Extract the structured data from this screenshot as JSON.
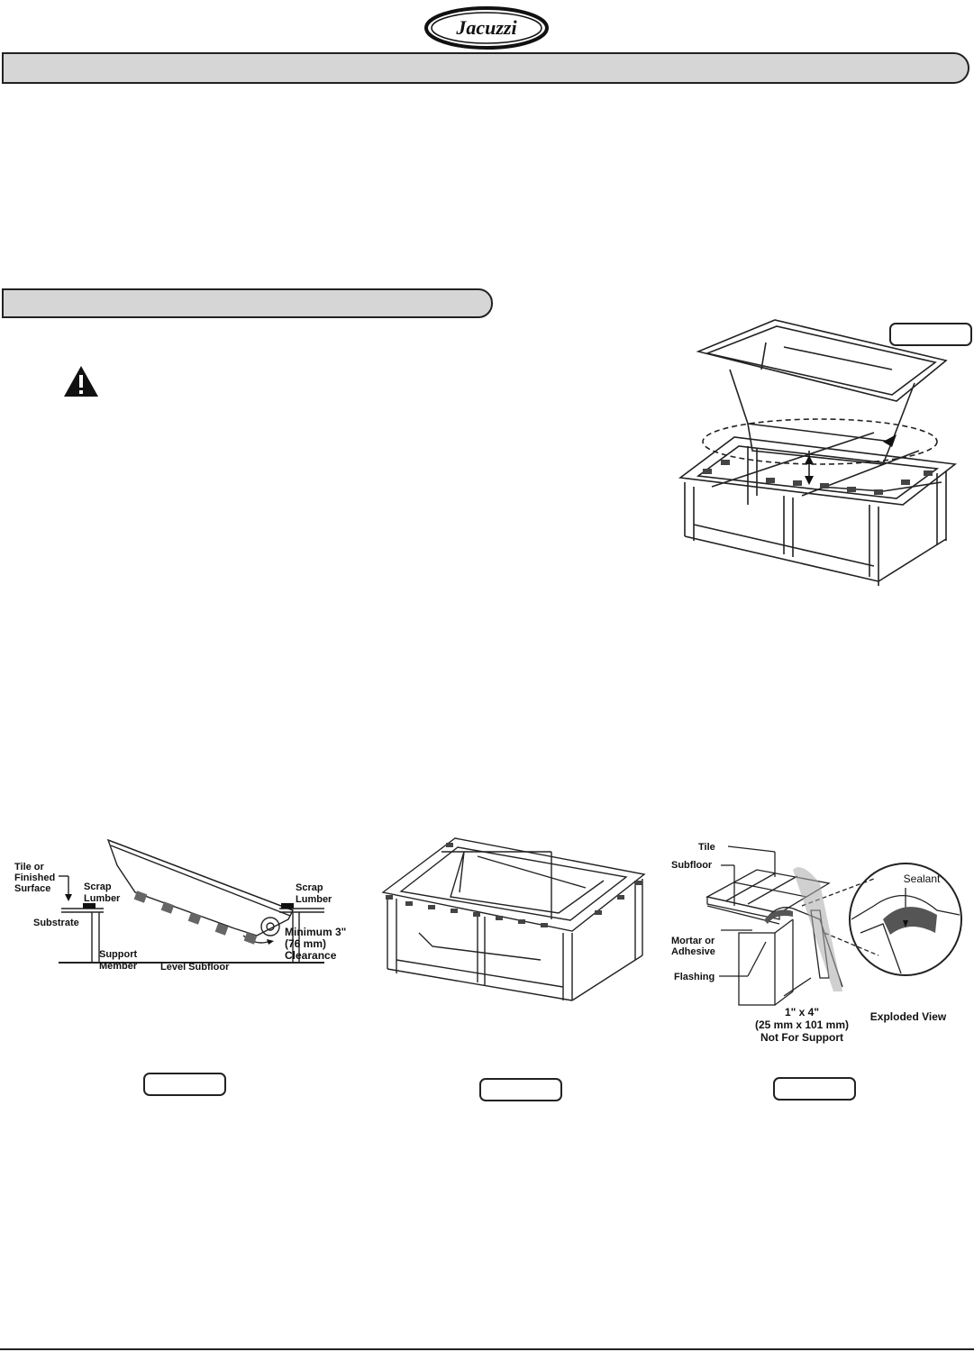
{
  "brand": {
    "logo_text": "Jacuzzi",
    "logo_mark": "."
  },
  "figures": {
    "fig1": {},
    "fig2": {
      "labels": {
        "tile_or_finished": [
          "Tile or",
          "Finished",
          "Surface"
        ],
        "scrap_lumber_left": [
          "Scrap",
          "Lumber"
        ],
        "scrap_lumber_right": [
          "Scrap",
          "Lumber"
        ],
        "substrate": "Substrate",
        "support_member": [
          "Support",
          "Member"
        ],
        "level_subfloor": "Level Subfloor",
        "clearance": [
          "Minimum 3\"",
          "(76 mm)",
          "Clearance"
        ]
      }
    },
    "fig3": {},
    "fig4": {
      "labels": {
        "tile": "Tile",
        "subfloor": "Subfloor",
        "mortar": [
          "Mortar or",
          "Adhesive"
        ],
        "flashing": "Flashing",
        "board": [
          "1\" x 4\"",
          "(25 mm x 101 mm)",
          "Not For Support"
        ],
        "sealant": "Sealant",
        "exploded": "Exploded View"
      }
    }
  },
  "icons": {
    "warning": "warning-triangle-icon"
  }
}
